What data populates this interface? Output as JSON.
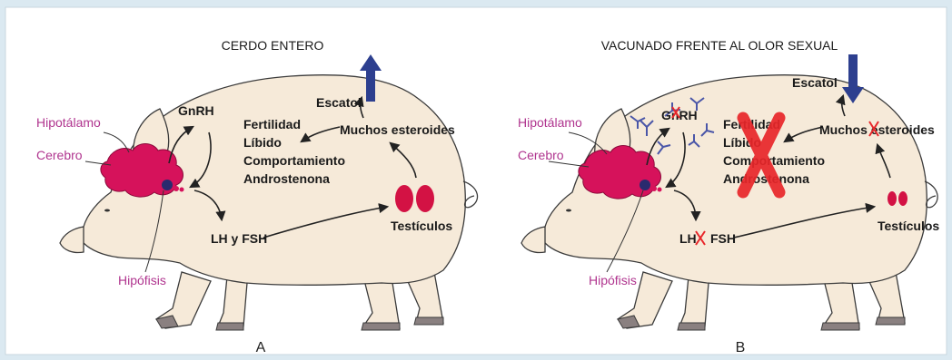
{
  "panels": {
    "a": {
      "title": "CERDO ENTERO",
      "letter": "A",
      "labels": {
        "escatol": "Escatol",
        "gnrh": "GnRH",
        "fertilidad": "Fertilidad",
        "libido": "Líbido",
        "comportamiento": "Comportamiento",
        "androstenona": "Androstenona",
        "esteroides": "Muchos esteroides",
        "hipotalamo": "Hipotálamo",
        "cerebro": "Cerebro",
        "hipofisis": "Hipófisis",
        "lh_fsh": "LH y FSH",
        "testiculos": "Testículos"
      },
      "escatol_trend": "up"
    },
    "b": {
      "title": "VACUNADO FRENTE AL OLOR SEXUAL",
      "letter": "B",
      "labels": {
        "escatol": "Escatol",
        "gnrh": "GnRH",
        "fertilidad": "Fertilidad",
        "libido": "Líbido",
        "comportamiento": "Comportamiento",
        "androstenona": "Androstenona",
        "esteroides": "Muchos esteroides",
        "hipotalamo": "Hipotálamo",
        "cerebro": "Cerebro",
        "hipofisis": "Hipófisis",
        "lh": "LH",
        "fsh": "FSH",
        "testiculos": "Testículos"
      },
      "escatol_trend": "down"
    }
  },
  "colors": {
    "background": "#dbe9f1",
    "arrow_blue": "#2d3f8f",
    "brain": "#d6125b",
    "testicle": "#d31244",
    "cross": "#e8262a",
    "antibody": "#4a56a8",
    "label_pink": "#b0358f"
  }
}
